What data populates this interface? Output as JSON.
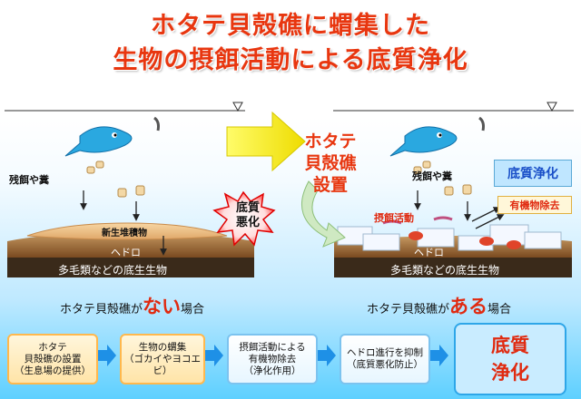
{
  "title": {
    "line1": "ホタテ貝殻礁に蝟集した",
    "line2": "生物の摂餌活動による底質浄化"
  },
  "left_panel": {
    "feed_label": "残餌や糞",
    "new_sediment": "新生堆積物",
    "hedoro": "ヘドロ",
    "bottom_layer": "多毛類などの底生生物",
    "burst_line1": "底質",
    "burst_line2": "悪化",
    "case_prefix": "ホタテ貝殻礁が",
    "case_em": "ない",
    "case_suffix": "場合"
  },
  "middle": {
    "setup_line1": "ホタテ",
    "setup_line2": "貝殻礁",
    "setup_line3": "設置"
  },
  "right_panel": {
    "feed_label": "残餌や糞",
    "purify_badge": "底質浄化",
    "organic_removal": "有機物除去",
    "feeding": "摂餌活動",
    "hedoro": "ヘドロ",
    "bottom_layer": "多毛類などの底生生物",
    "case_prefix": "ホタテ貝殻礁が",
    "case_em": "ある",
    "case_suffix": "場合"
  },
  "flow": {
    "step1": [
      "ホタテ",
      "貝殻礁の設置",
      "（生息場の提供）"
    ],
    "step2": [
      "生物の蝟集",
      "（ゴカイやヨコエビ）"
    ],
    "step3": [
      "摂餌活動による",
      "有機物除去",
      "（浄化作用）"
    ],
    "step4": [
      "ヘドロ進行を抑制",
      "（底質悪化防止）"
    ],
    "final": [
      "底質",
      "浄化"
    ]
  },
  "colors": {
    "title_red": "#e8360f",
    "mud_brown": "#8a5a2b",
    "dark_bottom": "#3a2a1a",
    "fish_blue": "#2aa8e0",
    "arrow_yellow": "#f4f000",
    "flow_arrow_blue": "#1e90e6"
  }
}
